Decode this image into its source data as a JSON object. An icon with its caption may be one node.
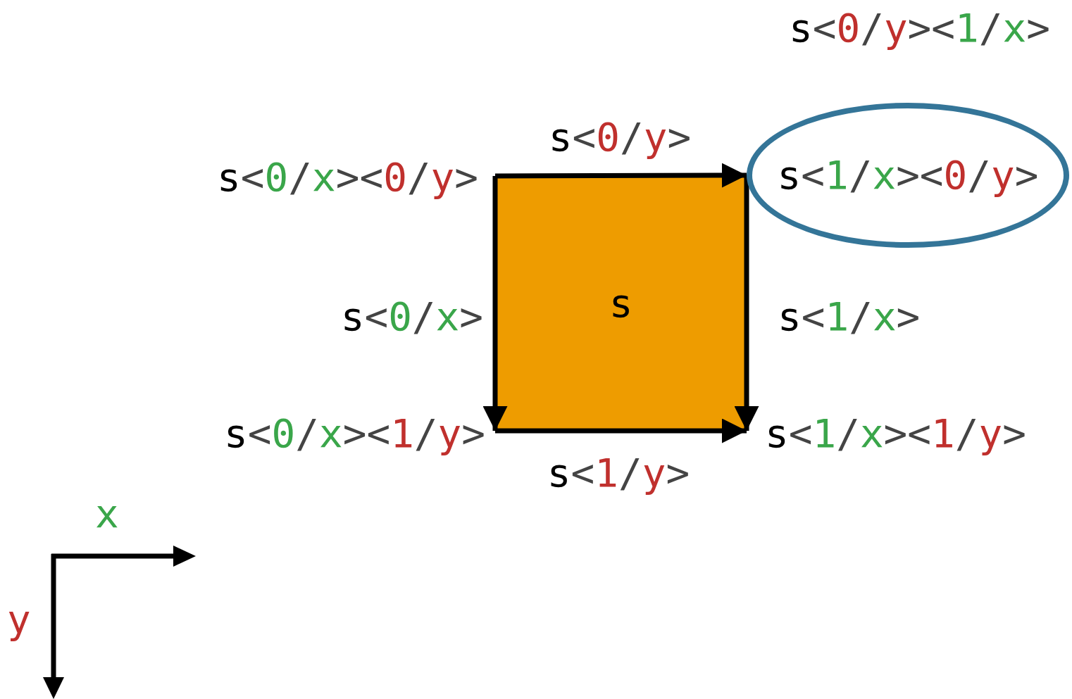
{
  "diagram": {
    "nodes": [
      {
        "text": [
          "s"
        ]
      },
      {
        "text": [
          "s<0/x><0/y>"
        ]
      },
      {
        "text": [
          "s<1/x><0/y>"
        ]
      },
      {
        "text": [
          "s<0/x><1/y>"
        ]
      },
      {
        "text": [
          "s<1/x><1/y>"
        ]
      }
    ],
    "edges": [
      {
        "from": 1,
        "to": 2,
        "arrow": "to",
        "label": "s<0/y>"
      },
      {
        "from": 1,
        "to": 3,
        "arrow": "to",
        "label": "s<0/x>"
      },
      {
        "from": 2,
        "to": 4,
        "arrow": "to",
        "label": "s<1/x>"
      },
      {
        "from": 3,
        "to": 4,
        "arrow": "to",
        "label": "s<1/y>"
      }
    ],
    "labels": [
      "s<0/y><1/x>",
      "x",
      "y"
    ]
  }
}
